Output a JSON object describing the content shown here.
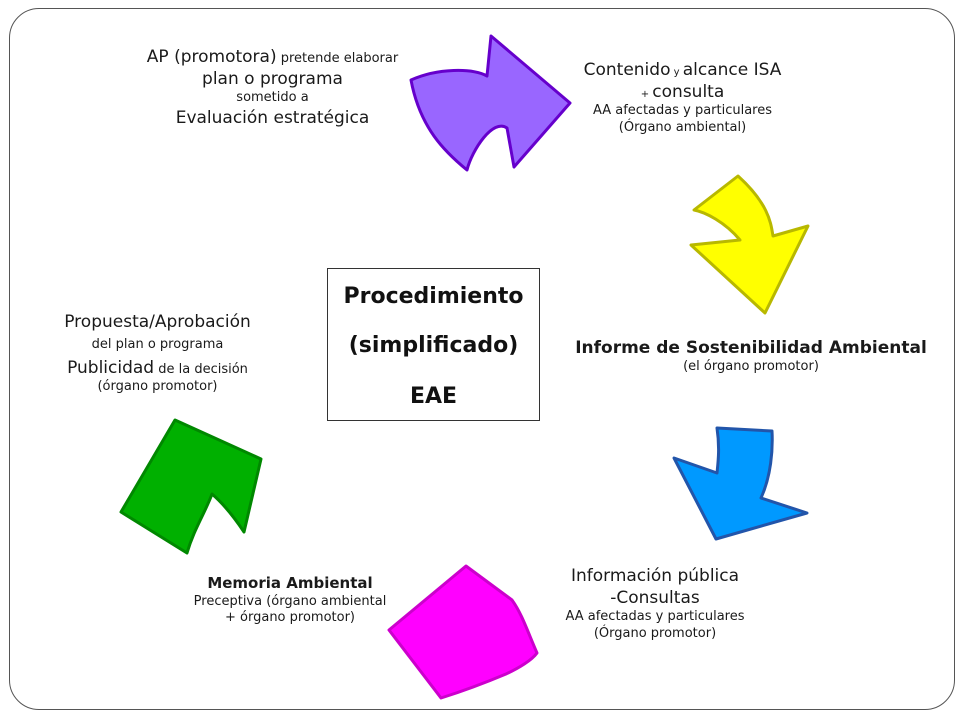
{
  "center": {
    "line1": "Procedimiento",
    "line2": "(simplificado)",
    "line3": "EAE"
  },
  "steps": {
    "start": {
      "l1a": "AP (promotora)",
      "l1b": " pretende elaborar",
      "l2": "plan o programa",
      "l3": "sometido a",
      "l4": "Evaluación estratégica"
    },
    "scope": {
      "l1a": "Contenido",
      "l1b": " y ",
      "l1c": "alcance ISA",
      "l2a": "+ ",
      "l2b": "consulta",
      "l3": "AA afectadas y particulares",
      "l4": "(Órgano ambiental)"
    },
    "report": {
      "l1": "Informe de Sostenibilidad Ambiental",
      "l2": "(el órgano  promotor)"
    },
    "public": {
      "l1": "Información pública",
      "l2": "-Consultas",
      "l3": "AA afectadas y particulares",
      "l4": "(Órgano promotor)"
    },
    "memoria": {
      "l1": "Memoria Ambiental",
      "l2": "Preceptiva (órgano ambiental",
      "l3": "+ órgano promotor)"
    },
    "approval": {
      "l1": "Propuesta/Aprobación",
      "l2": "del plan o programa",
      "l3a": "Publicidad",
      "l3b": " de la decisión",
      "l4": "(órgano promotor)"
    }
  },
  "arrows": [
    {
      "name": "purple-arrow",
      "fill": "#9966ff",
      "stroke": "#6600cc"
    },
    {
      "name": "yellow-arrow",
      "fill": "#ffff00",
      "stroke": "#b8b800"
    },
    {
      "name": "blue-arrow",
      "fill": "#0099ff",
      "stroke": "#2255aa"
    },
    {
      "name": "magenta-arrow",
      "fill": "#ff00ff",
      "stroke": "#cc00cc"
    },
    {
      "name": "green-arrow",
      "fill": "#00b000",
      "stroke": "#008800"
    }
  ]
}
